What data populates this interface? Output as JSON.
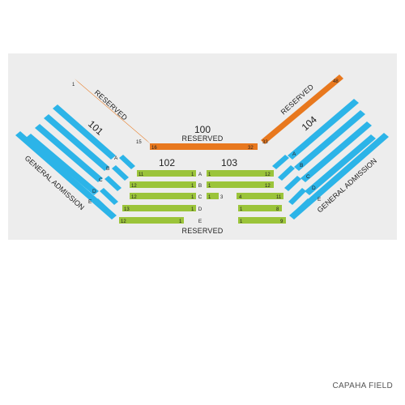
{
  "venue_name": "CAPAHA FIELD",
  "colors": {
    "panel": "#ededed",
    "reserved_orange": "#e8781e",
    "box_green": "#9bc43a",
    "general_blue": "#2cb4e8"
  },
  "sections": {
    "s100": {
      "name": "100",
      "label": "RESERVED",
      "seat_start": "16",
      "seat_end": "32"
    },
    "s100_left": {
      "label": "RESERVED",
      "seat_start": "1",
      "seat_end": "15"
    },
    "s100_right": {
      "label": "RESERVED",
      "seat_start": "33",
      "seat_end": "48"
    },
    "s101": {
      "name": "101",
      "label": "GENERAL ADMISSION"
    },
    "s102": {
      "name": "102"
    },
    "s103": {
      "name": "103"
    },
    "s104": {
      "name": "104",
      "label": "GENERAL ADMISSION"
    },
    "bottom_label": "RESERVED"
  },
  "rows_center": [
    {
      "row": "A",
      "left_start": "11",
      "left_end": "1",
      "right_start": "1",
      "right_end": "12"
    },
    {
      "row": "B",
      "left_start": "12",
      "left_end": "1",
      "right_start": "1",
      "right_end": "12"
    },
    {
      "row": "C",
      "left_start": "12",
      "left_end": "1",
      "right_start": "1",
      "right_mid_a": "3",
      "right_mid_b": "4",
      "right_end": "11"
    },
    {
      "row": "D",
      "left_start": "13",
      "left_end": "1",
      "right_start": "1",
      "right_end": "8"
    },
    {
      "row": "E",
      "left_start": "12",
      "left_end": "1",
      "right_start": "1",
      "right_end": "9"
    }
  ],
  "rows_side": [
    "A",
    "B",
    "C",
    "D",
    "E"
  ]
}
